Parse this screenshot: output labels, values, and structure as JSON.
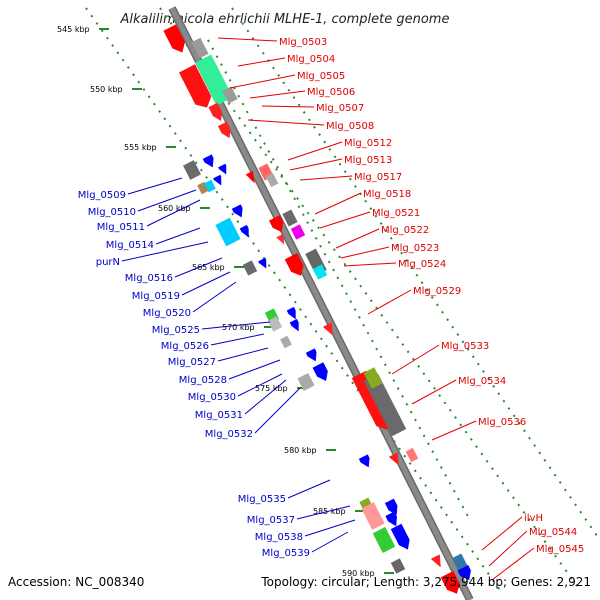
{
  "title": "Alkalilimnicola ehrlichii MLHE-1, complete genome",
  "footer": {
    "accession": "Accession: NC_008340",
    "summary": "Topology: circular; Length: 3,275,944 bp; Genes: 2,921"
  },
  "colors": {
    "backbone": "#8a8a8a",
    "right_label": "#e00000",
    "left_label": "#0000c8",
    "tick": "#2a8a2a"
  },
  "kbp_ticks": [
    "545 kbp",
    "550 kbp",
    "555 kbp",
    "560 kbp",
    "565 kbp",
    "570 kbp",
    "575 kbp",
    "580 kbp",
    "585 kbp",
    "590 kbp"
  ],
  "right_labels": [
    "Mlg_0503",
    "Mlg_0504",
    "Mlg_0505",
    "Mlg_0506",
    "Mlg_0507",
    "Mlg_0508",
    "Mlg_0512",
    "Mlg_0513",
    "Mlg_0517",
    "Mlg_0518",
    "Mlg_0521",
    "Mlg_0522",
    "Mlg_0523",
    "Mlg_0524",
    "Mlg_0529",
    "Mlg_0533",
    "Mlg_0534",
    "Mlg_0536",
    "ilvH",
    "Mlg_0544",
    "Mlg_0545"
  ],
  "left_labels": [
    "Mlg_0509",
    "Mlg_0510",
    "Mlg_0511",
    "Mlg_0514",
    "purN",
    "Mlg_0516",
    "Mlg_0519",
    "Mlg_0520",
    "Mlg_0525",
    "Mlg_0526",
    "Mlg_0527",
    "Mlg_0528",
    "Mlg_0530",
    "Mlg_0531",
    "Mlg_0532",
    "Mlg_0535",
    "Mlg_0537",
    "Mlg_0538",
    "Mlg_0539"
  ]
}
